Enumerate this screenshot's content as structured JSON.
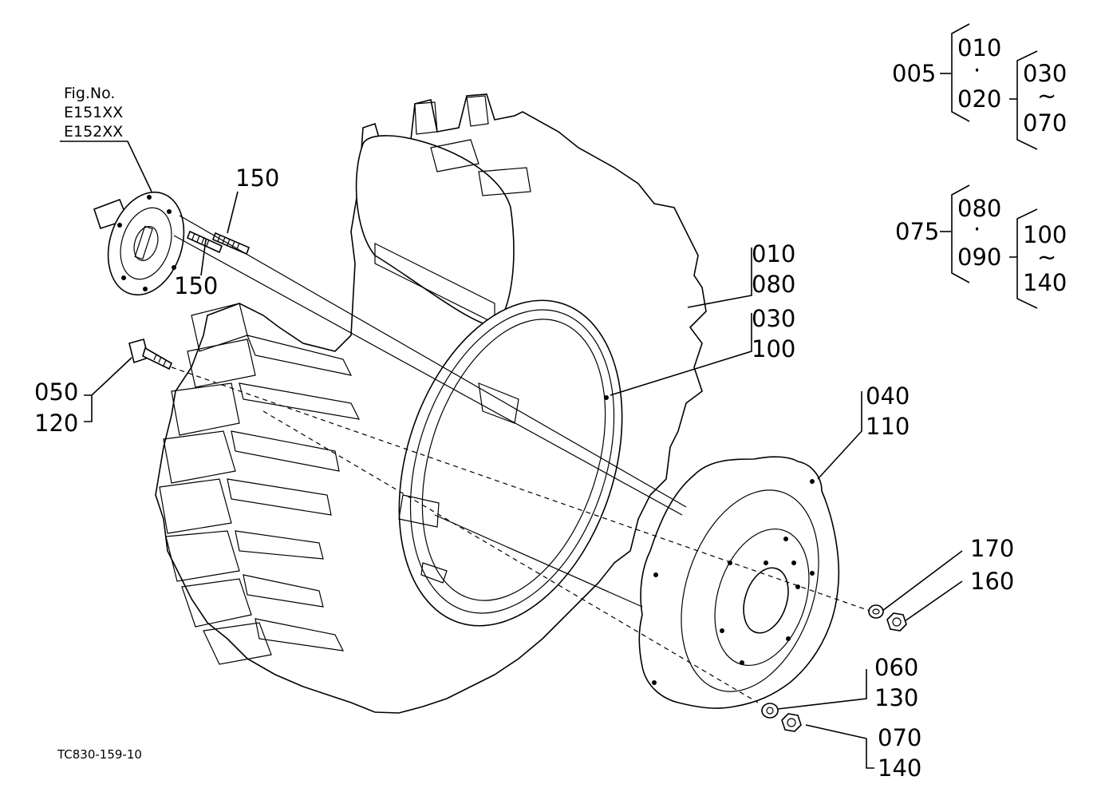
{
  "figure": {
    "ref_heading": "Fig.No.",
    "ref_codes": [
      "E151XX",
      "E152XX"
    ],
    "caption": "TC830-159-10"
  },
  "callouts": {
    "stud_upper": "150",
    "stud_lower": "150",
    "tire_1": "010",
    "tire_2": "080",
    "tube_1": "030",
    "tube_2": "100",
    "bolt_1": "050",
    "bolt_2": "120",
    "disc_1": "040",
    "disc_2": "110",
    "washer_r_1": "170",
    "nut_r_1": "160",
    "washer_b_1": "060",
    "washer_b_2": "130",
    "nut_b_1": "070",
    "nut_b_2": "140"
  },
  "legend": {
    "group1": {
      "assembly": "005",
      "top": "010",
      "dot": "·",
      "bottom": "020",
      "range_start": "030",
      "tilde": "~",
      "range_end": "070"
    },
    "group2": {
      "assembly": "075",
      "top": "080",
      "dot": "·",
      "bottom": "090",
      "range_start": "100",
      "tilde": "~",
      "range_end": "140"
    }
  }
}
